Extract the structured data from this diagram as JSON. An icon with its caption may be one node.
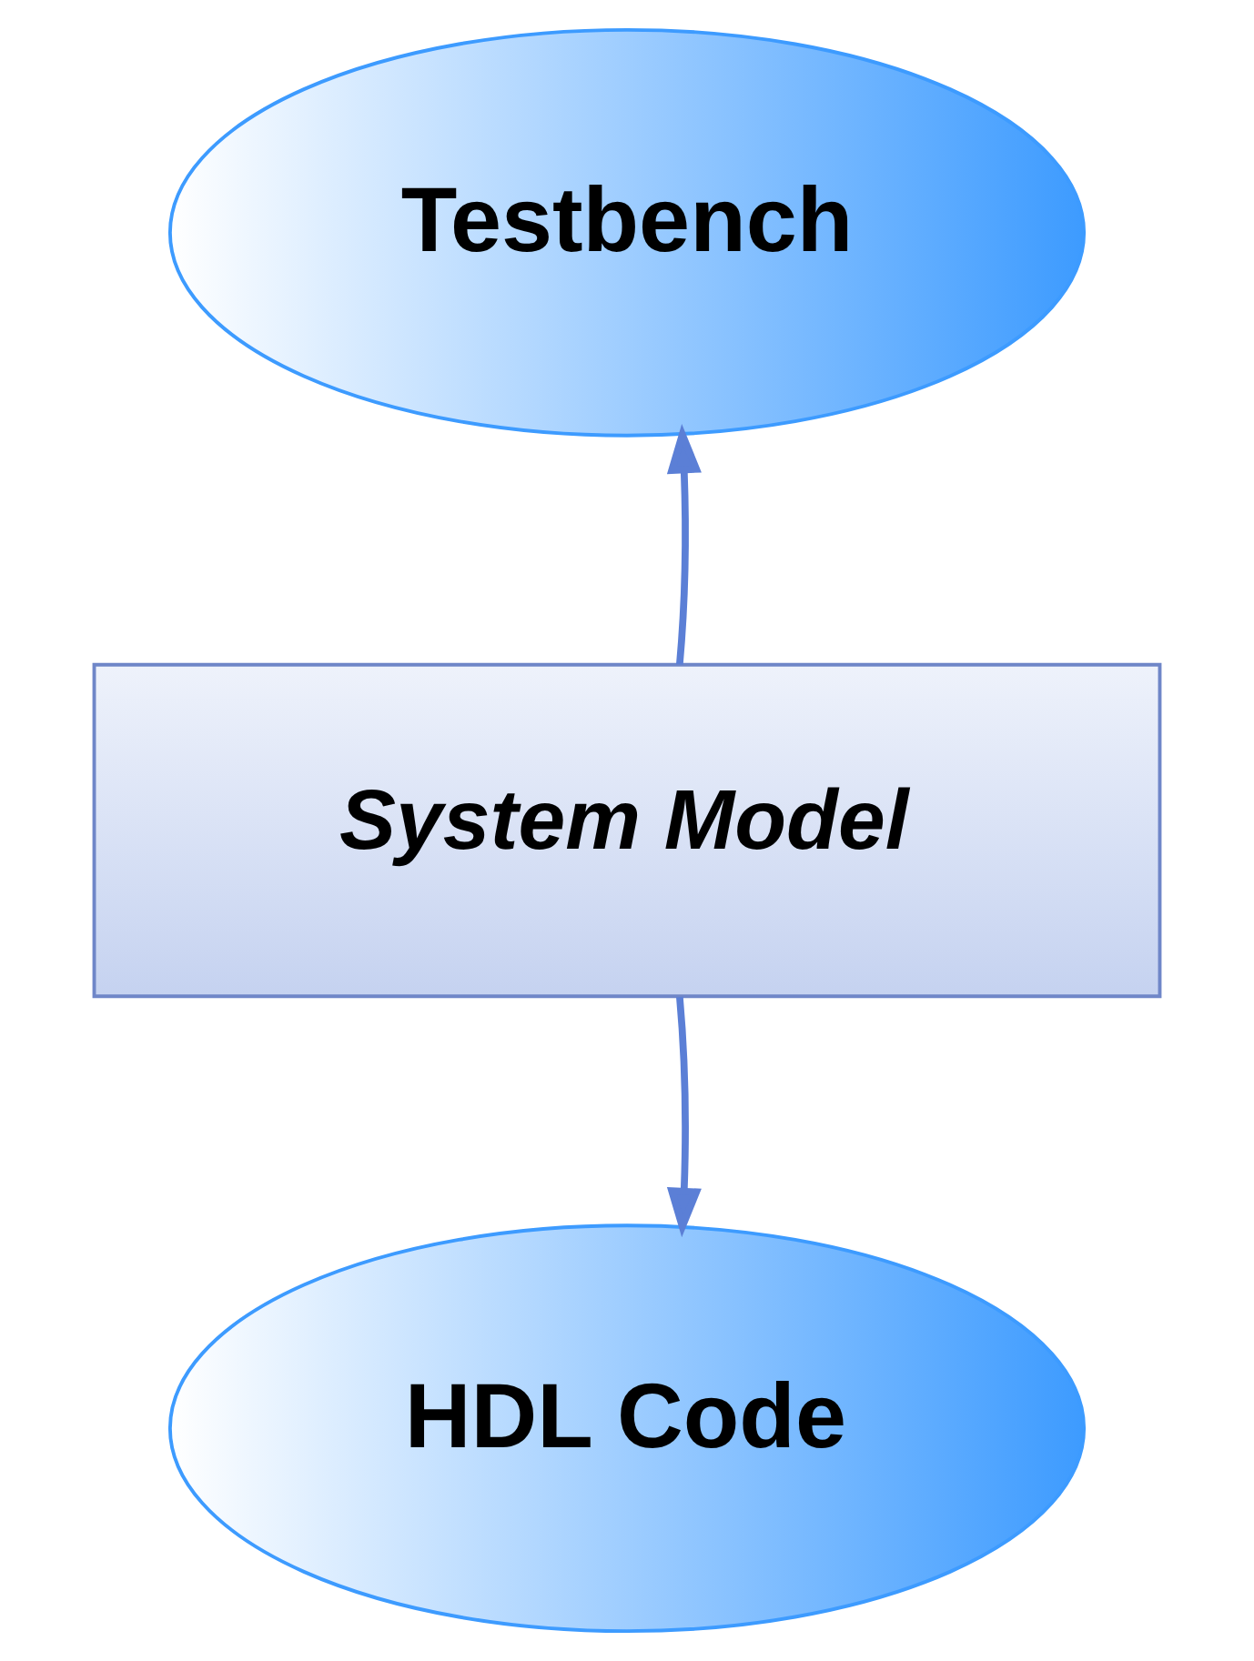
{
  "diagram": {
    "nodes": [
      {
        "text": [
          "Testbench"
        ]
      },
      {
        "text": [
          "System Model"
        ]
      },
      {
        "text": [
          "HDL Code"
        ]
      }
    ],
    "edges": [
      {
        "from": 1,
        "to": 0,
        "arrow": "to"
      },
      {
        "from": 1,
        "to": 2,
        "arrow": "to"
      }
    ]
  }
}
